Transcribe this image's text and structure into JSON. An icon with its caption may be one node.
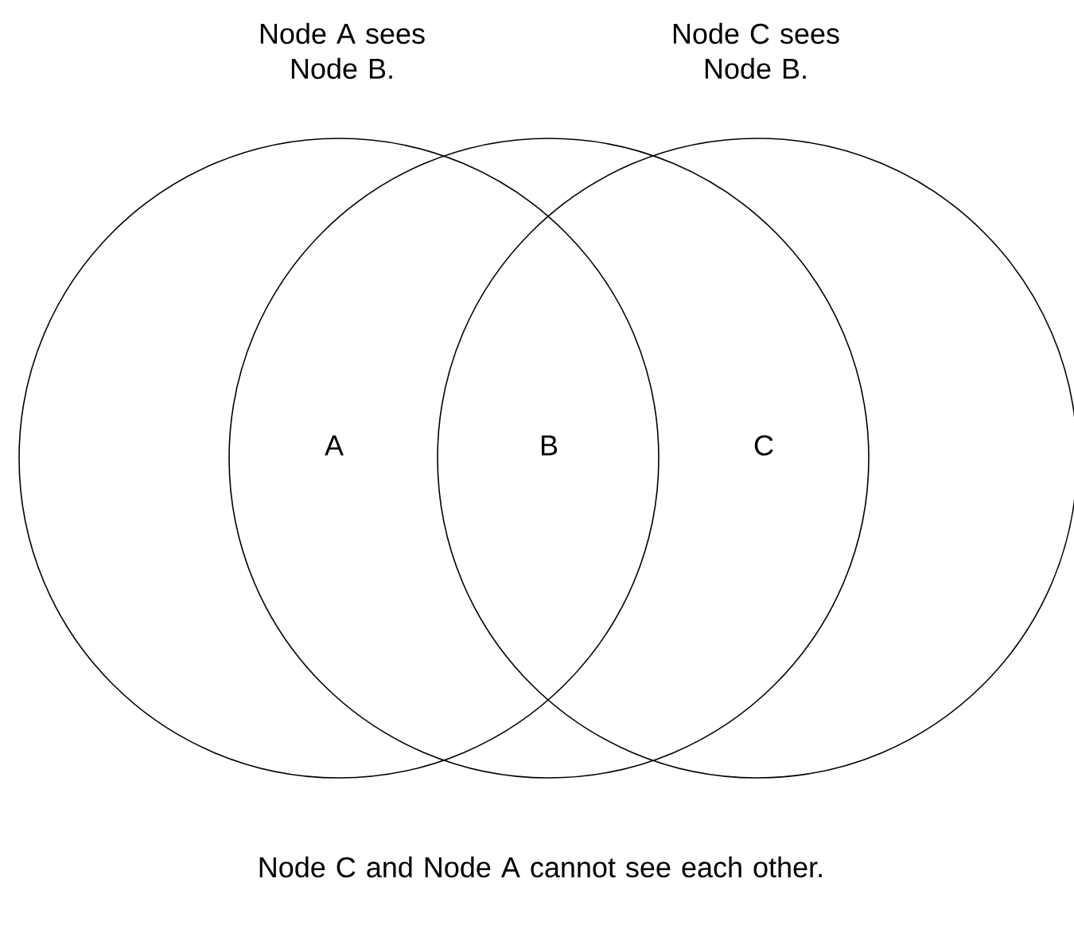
{
  "diagram": {
    "nodes": [
      {
        "text": [],
        "shape": "circle"
      },
      {
        "text": [],
        "shape": "circle"
      },
      {
        "text": [],
        "shape": "circle"
      }
    ],
    "labels": [
      "Node A sees Node B.",
      "Node C sees Node B.",
      "A",
      "B",
      "C",
      "Node C and Node A cannot see each other."
    ]
  }
}
